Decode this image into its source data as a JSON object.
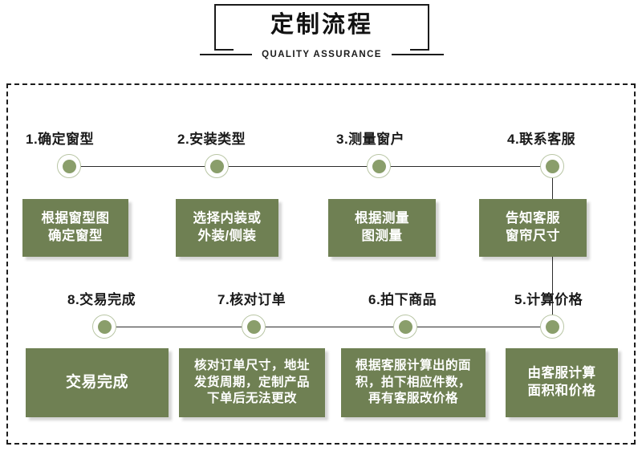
{
  "header": {
    "title": "定制流程",
    "subtitle": "QUALITY ASSURANCE"
  },
  "flow": {
    "steps": [
      {
        "label": "1.确定窗型",
        "card": "根据窗型图\n确定窗型"
      },
      {
        "label": "2.安装类型",
        "card": "选择内装或\n外装/侧装"
      },
      {
        "label": "3.测量窗户",
        "card": "根据测量\n图测量"
      },
      {
        "label": "4.联系客服",
        "card": "告知客服\n窗帘尺寸"
      },
      {
        "label": "5.计算价格",
        "card": "由客服计算\n面积和价格"
      },
      {
        "label": "6.拍下商品",
        "card": "根据客服计算出的面\n积，拍下相应件数，\n再有客服改价格"
      },
      {
        "label": "7.核对订单",
        "card": "核对订单尺寸，地址\n发货周期，定制产品\n下单后无法更改"
      },
      {
        "label": "8.交易完成",
        "card": "交易完成"
      }
    ]
  },
  "colors": {
    "card_green": "#6f8053",
    "node_fill": "#8a9e6b",
    "node_ring": "#b9c6a5",
    "rule": "#2b2b2b",
    "frame": "#1d1d1d"
  }
}
